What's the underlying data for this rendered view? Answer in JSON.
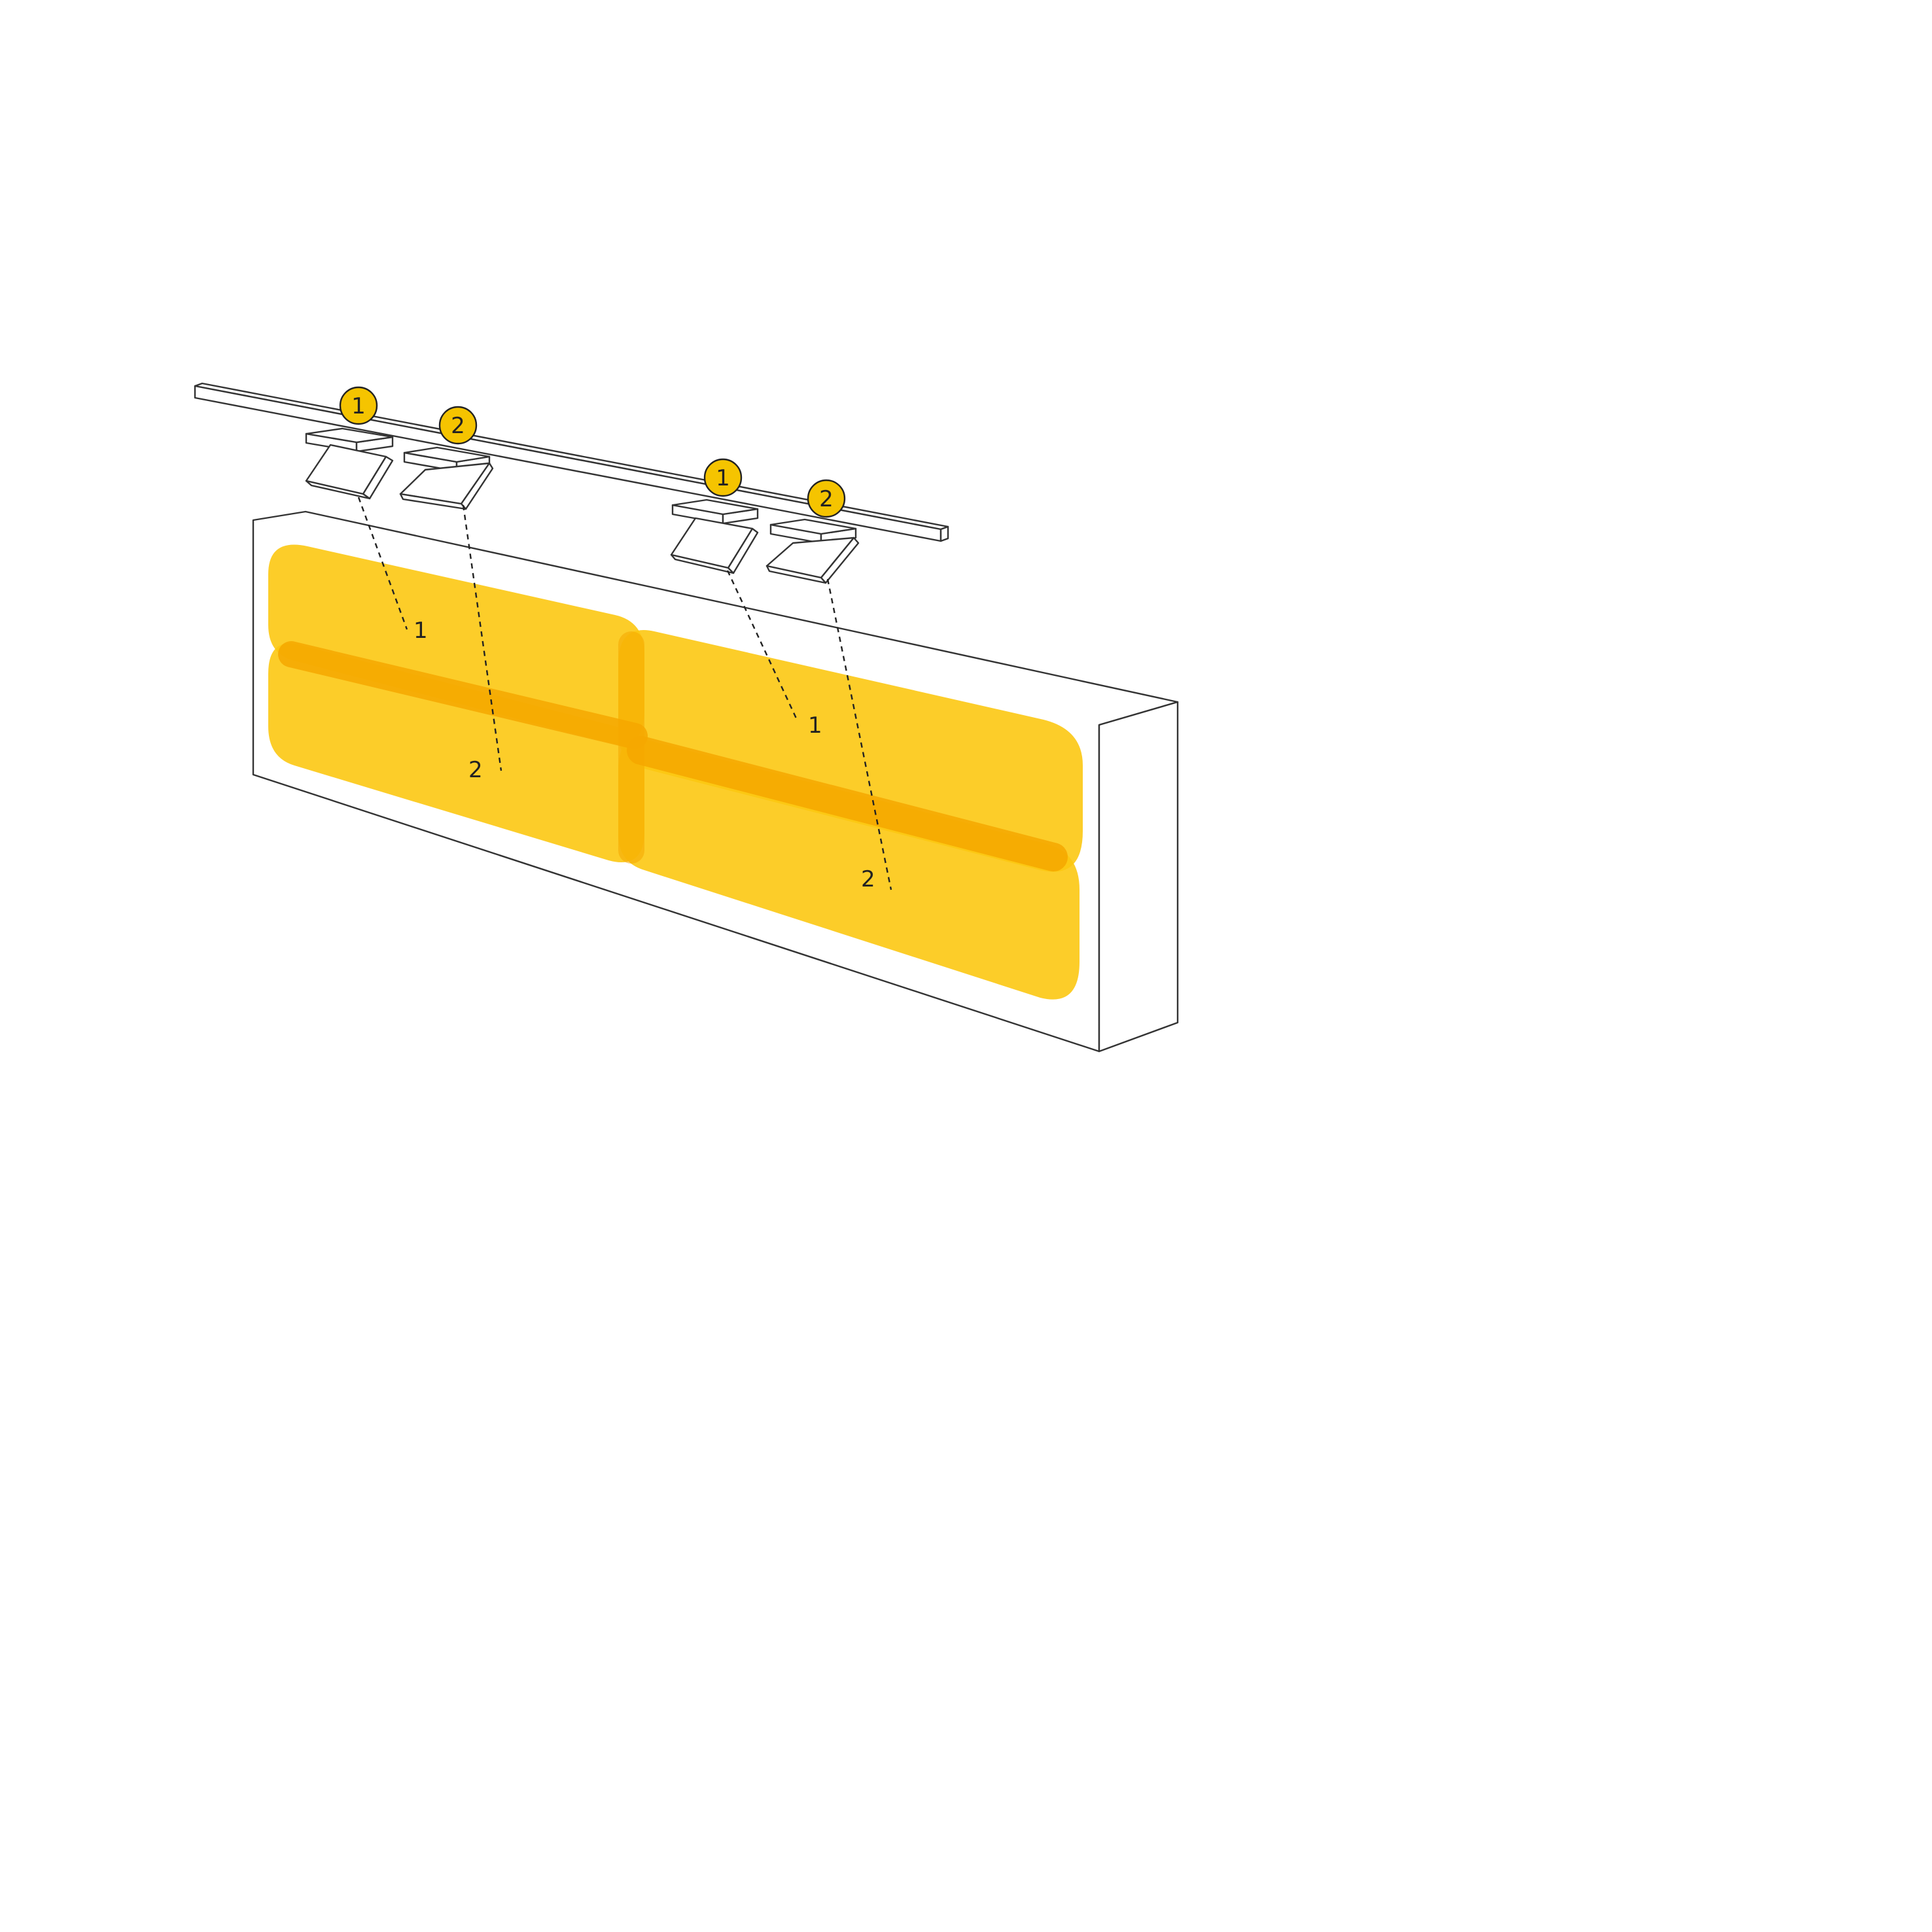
{
  "colors": {
    "spot_fill": "#fcc812",
    "overlap_fill": "#f6a800",
    "badge_fill": "#f5c400",
    "line": "#333333",
    "background": "#ffffff"
  },
  "badges": [
    {
      "id": "spot-1-left",
      "label": "1"
    },
    {
      "id": "spot-2-left",
      "label": "2"
    },
    {
      "id": "spot-1-right",
      "label": "1"
    },
    {
      "id": "spot-2-right",
      "label": "2"
    }
  ],
  "beam_labels": [
    {
      "id": "beam-1-left",
      "label": "1"
    },
    {
      "id": "beam-2-left",
      "label": "2"
    },
    {
      "id": "beam-1-right",
      "label": "1"
    },
    {
      "id": "beam-2-right",
      "label": "2"
    }
  ]
}
